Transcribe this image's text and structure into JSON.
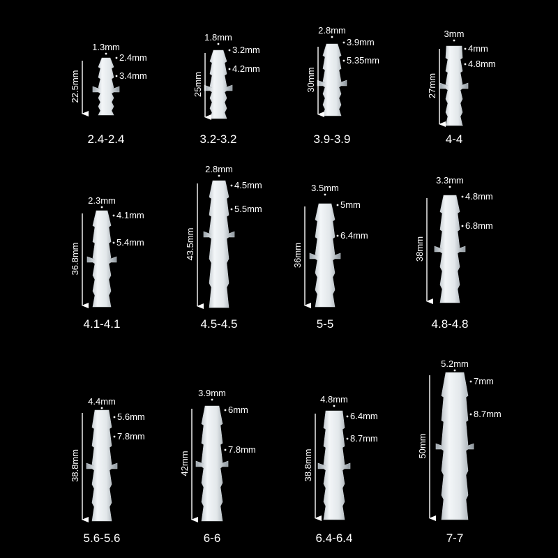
{
  "image": {
    "background": "#000000",
    "part_color": "#e8ecef",
    "items": [
      {
        "caption": "2.4-2.4",
        "length": "22.5mm",
        "tip": "1.3mm",
        "dims": [
          "2.4mm",
          "3.4mm"
        ]
      },
      {
        "caption": "3.2-3.2",
        "length": "25mm",
        "tip": "1.8mm",
        "dims": [
          "3.2mm",
          "4.2mm"
        ]
      },
      {
        "caption": "3.9-3.9",
        "length": "30mm",
        "tip": "2.8mm",
        "dims": [
          "3.9mm",
          "5.35mm"
        ]
      },
      {
        "caption": "4-4",
        "length": "27mm",
        "tip": "3mm",
        "dims": [
          "4mm",
          "4.8mm"
        ]
      },
      {
        "caption": "4.1-4.1",
        "length": "36.8mm",
        "tip": "2.3mm",
        "dims": [
          "4.1mm",
          "5.4mm"
        ]
      },
      {
        "caption": "4.5-4.5",
        "length": "43.5mm",
        "tip": "2.8mm",
        "dims": [
          "4.5mm",
          "5.5mm"
        ]
      },
      {
        "caption": "5-5",
        "length": "36mm",
        "tip": "3.5mm",
        "dims": [
          "5mm",
          "6.4mm"
        ]
      },
      {
        "caption": "4.8-4.8",
        "length": "38mm",
        "tip": "3.3mm",
        "dims": [
          "4.8mm",
          "6.8mm"
        ]
      },
      {
        "caption": "5.6-5.6",
        "length": "38.8mm",
        "tip": "4.4mm",
        "dims": [
          "5.6mm",
          "7.8mm"
        ]
      },
      {
        "caption": "6-6",
        "length": "42mm",
        "tip": "3.9mm",
        "dims": [
          "6mm",
          "7.8mm"
        ]
      },
      {
        "caption": "6.4-6.4",
        "length": "38.8mm",
        "tip": "4.8mm",
        "dims": [
          "6.4mm",
          "8.7mm"
        ]
      },
      {
        "caption": "7-7",
        "length": "50mm",
        "tip": "5.2mm",
        "dims": [
          "7mm",
          "8.7mm"
        ]
      }
    ]
  }
}
